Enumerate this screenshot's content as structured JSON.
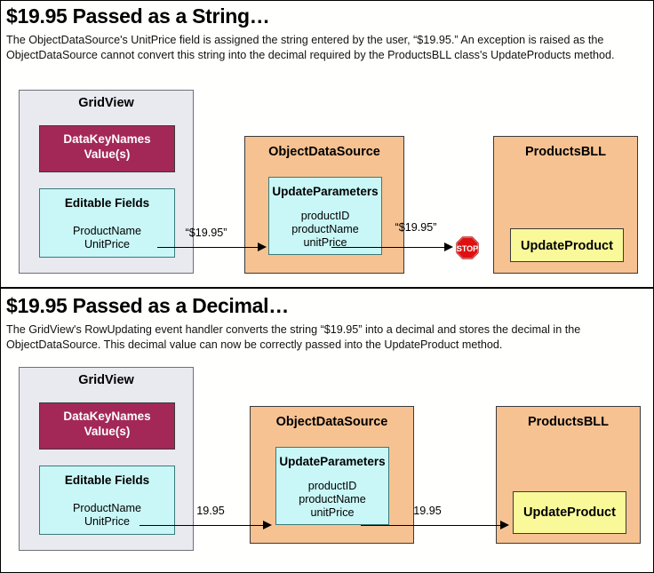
{
  "sections": [
    {
      "title": "$19.95 Passed as a String…",
      "description": "The ObjectDataSource's UnitPrice field is assigned the string entered by the user, “$19.95.” An exception is raised as the ObjectDataSource cannot convert this string into the decimal required by the ProductsBLL class's UpdateProducts method.",
      "gridview": {
        "title": "GridView",
        "datakey_line1": "DataKeyNames",
        "datakey_line2": "Value(s)",
        "editable_title": "Editable Fields",
        "editable_fields": "ProductName\nUnitPrice"
      },
      "objectdatasource": {
        "title": "ObjectDataSource",
        "params_title": "UpdateParameters",
        "params": "productID\nproductName\nunitPrice"
      },
      "productsbll": {
        "title": "ProductsBLL",
        "method": "UpdateProduct"
      },
      "arrow1_label": "“$19.95”",
      "arrow2_label": "“$19.95”",
      "blocked": true,
      "stop_text": "STOP"
    },
    {
      "title": "$19.95 Passed as a Decimal…",
      "description": "The GridView's RowUpdating event handler converts the string “$19.95” into a decimal and stores the decimal in the ObjectDataSource. This decimal value can now be correctly passed into the UpdateProduct method.",
      "gridview": {
        "title": "GridView",
        "datakey_line1": "DataKeyNames",
        "datakey_line2": "Value(s)",
        "editable_title": "Editable Fields",
        "editable_fields": "ProductName\nUnitPrice"
      },
      "objectdatasource": {
        "title": "ObjectDataSource",
        "params_title": "UpdateParameters",
        "params": "productID\nproductName\nunitPrice"
      },
      "productsbll": {
        "title": "ProductsBLL",
        "method": "UpdateProduct"
      },
      "arrow1_label": "19.95",
      "arrow2_label": "19.95",
      "blocked": false,
      "stop_text": ""
    }
  ],
  "colors": {
    "gridview_bg": "#e9e9f0",
    "datakey_bg": "#a32857",
    "cyan_bg": "#c9f7f7",
    "orange_bg": "#f6c292",
    "yellow_bg": "#f9f99a",
    "stop_red": "#e01010",
    "line": "#000000"
  }
}
